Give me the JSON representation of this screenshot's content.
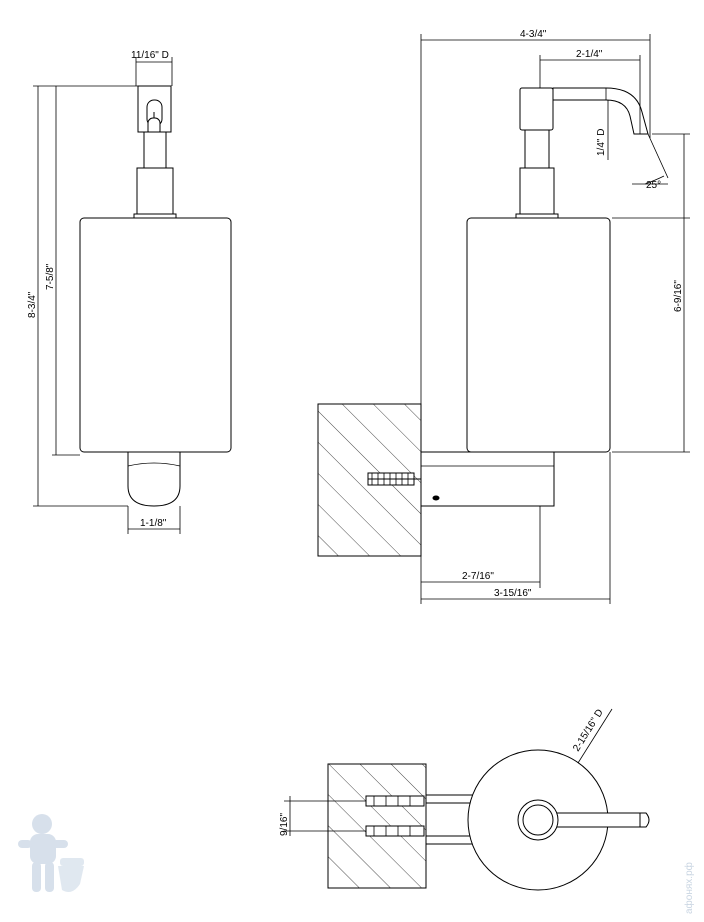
{
  "dimensions": {
    "front_top_diameter": "11/16\" D",
    "front_total_height": "8-3/4\"",
    "front_body_height": "7-5/8\"",
    "front_base_width": "1-1/8\"",
    "side_total_depth": "4-3/4\"",
    "side_spout_reach": "2-1/4\"",
    "side_spout_diameter": "1/4\" D",
    "side_spout_angle": "25°",
    "side_body_height": "6-9/16\"",
    "side_bracket_depth": "2-7/16\"",
    "side_wall_to_front": "3-15/16\"",
    "top_body_diameter": "2-15/16\" D",
    "top_anchor_spacing": "9/16\""
  },
  "watermark": {
    "site": "афонях.рф"
  }
}
